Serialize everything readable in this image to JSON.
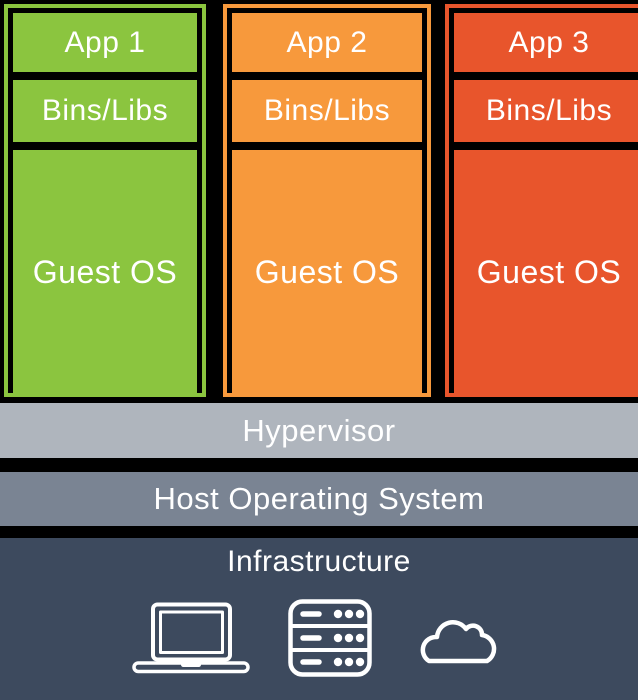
{
  "columns": [
    {
      "app": "App 1",
      "bins": "Bins/Libs",
      "guest_os": "Guest OS",
      "color": "#8BC53F"
    },
    {
      "app": "App 2",
      "bins": "Bins/Libs",
      "guest_os": "Guest OS",
      "color": "#F7993C"
    },
    {
      "app": "App 3",
      "bins": "Bins/Libs",
      "guest_os": "Guest OS",
      "color": "#E8552C"
    }
  ],
  "layers": [
    {
      "label": "Hypervisor",
      "color": "#AFB5BD"
    },
    {
      "label": "Host Operating System",
      "color": "#7A8493"
    },
    {
      "label": "Infrastructure",
      "color": "#3D4A5E"
    }
  ],
  "icons": [
    {
      "name": "laptop-icon"
    },
    {
      "name": "server-icon"
    },
    {
      "name": "cloud-icon"
    }
  ],
  "colors": {
    "background": "#000000",
    "text": "#FFFFFF"
  }
}
